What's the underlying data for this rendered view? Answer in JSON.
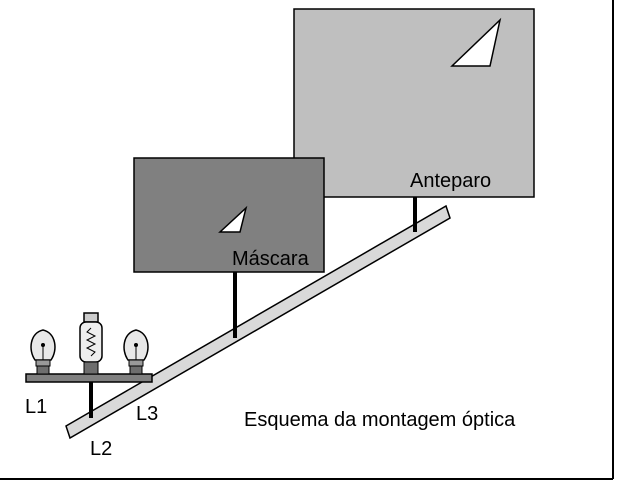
{
  "labels": {
    "screen": "Anteparo",
    "mask": "Máscara",
    "lamp_1": "L1",
    "lamp_2": "L2",
    "lamp_3": "L3",
    "caption": "Esquema da montagem óptica"
  },
  "colors": {
    "screen_fill": "#bfbfbf",
    "mask_fill": "#808080",
    "rail_fill": "#d9d9d9",
    "outline": "#000000",
    "background": "#ffffff"
  },
  "icons": [
    "frosted-bulb-icon",
    "halogen-bulb-icon",
    "frosted-bulb-icon"
  ]
}
